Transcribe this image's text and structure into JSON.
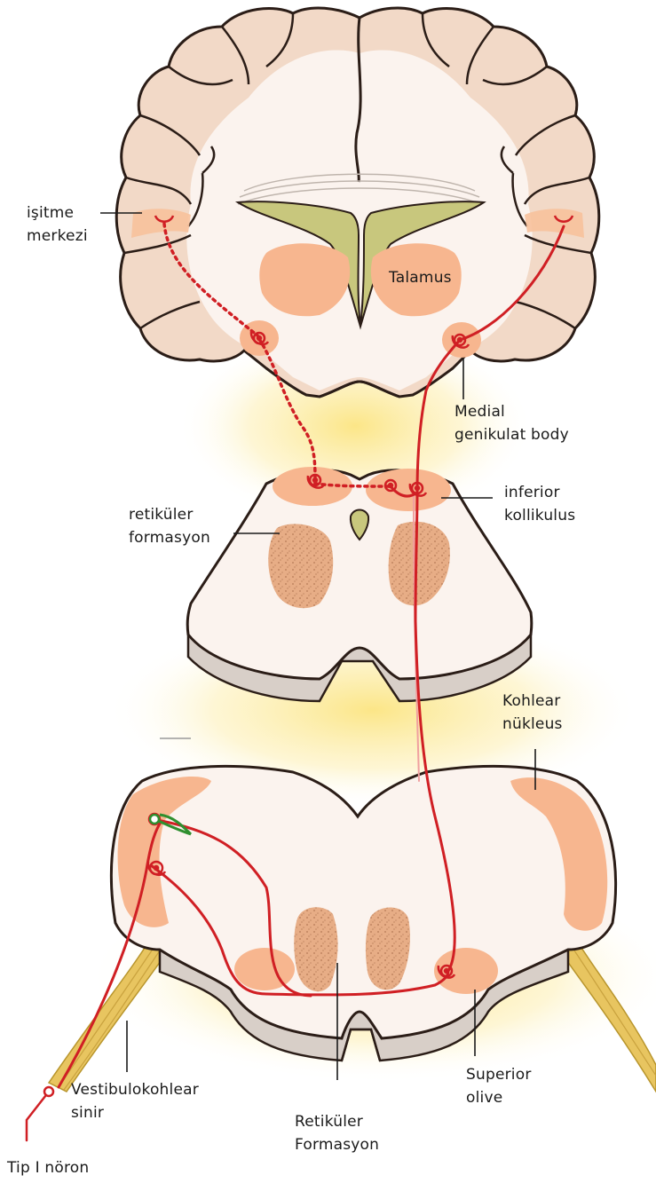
{
  "labels": {
    "isitme_merkezi": {
      "line1": "işitme",
      "line2": "merkezi"
    },
    "talamus": "Talamus",
    "medial_genikulat": {
      "line1": "Medial",
      "line2": "genikulat body"
    },
    "retikuler_formasyon_top": {
      "line1": "retiküler",
      "line2": "formasyon"
    },
    "inferior_kollikulus": {
      "line1": "inferior",
      "line2": "kollikulus"
    },
    "kohlear_nukleus": {
      "line1": "Kohlear",
      "line2": "nükleus"
    },
    "vestibulokohlear_sinir": {
      "line1": "Vestibulokohlear",
      "line2": "sinir"
    },
    "retikuler_formasyon_bottom": {
      "line1": "Retiküler",
      "line2": "Formasyon"
    },
    "superior_olive": {
      "line1": "Superior",
      "line2": "olive"
    },
    "tip_i_noron": "Tip I nöron"
  },
  "colors": {
    "tissue": "#fbf3ee",
    "cortex": "#f2d9c7",
    "outline": "#2b1d17",
    "nucleus": "#f7b68f",
    "reticular": "#e9b08c",
    "pathway": "#d01f24",
    "ventricle": "#c8c77d",
    "glow": "#fbe58b",
    "nerve": "#e8c560",
    "vestibular": "#2f8f2f"
  }
}
